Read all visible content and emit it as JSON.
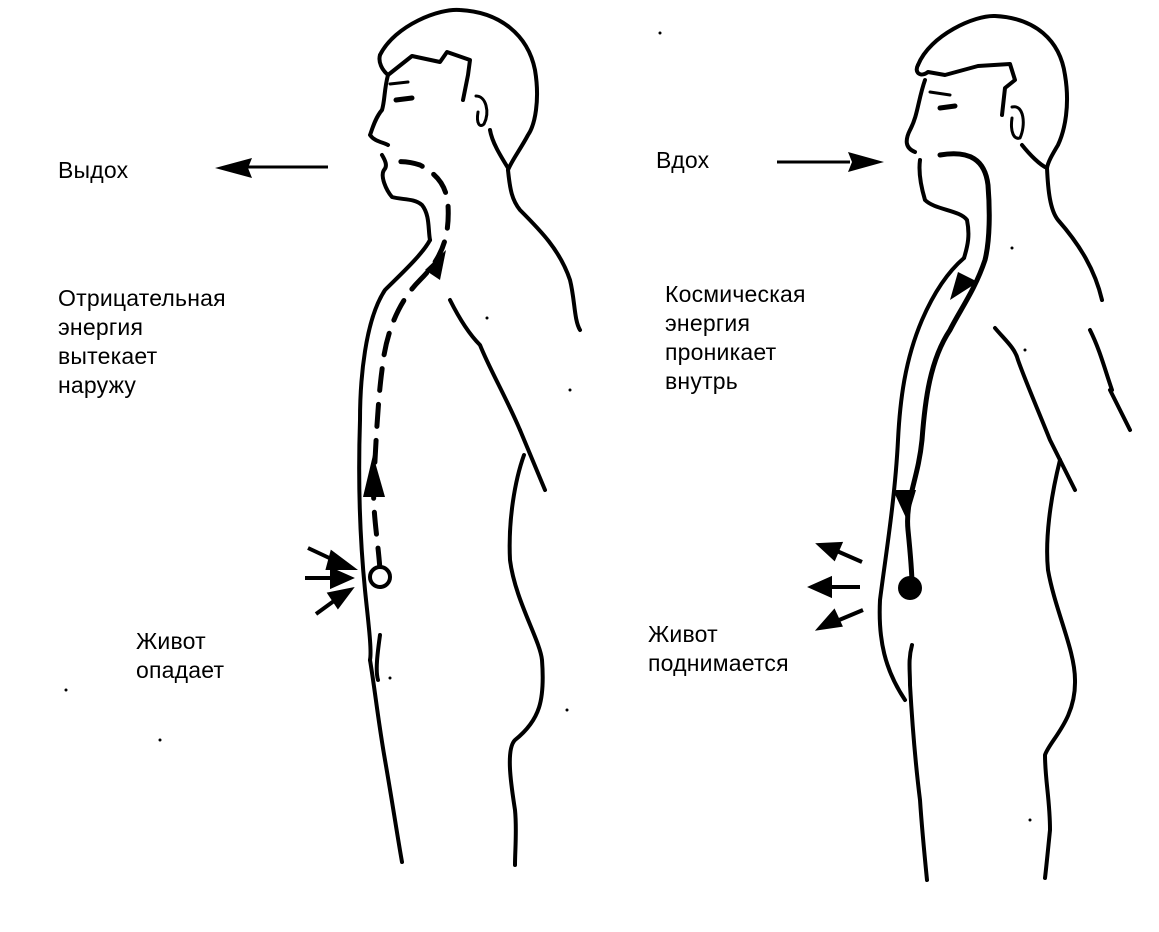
{
  "diagram": {
    "line_color": "#000000",
    "background": "#ffffff",
    "left_panel": {
      "name": "exhale",
      "breath_label": "Выдох",
      "energy_label_lines": [
        "Отрицательная",
        "энергия",
        "вытекает",
        "наружу"
      ],
      "belly_label_lines": [
        "Живот",
        "опадает"
      ],
      "energy_path_style": "dashed, upward",
      "belly_marker": "hollow-circle",
      "belly_arrows_direction": "inward"
    },
    "right_panel": {
      "name": "inhale",
      "breath_label": "Вдох",
      "energy_label_lines": [
        "Космическая",
        "энергия",
        "проникает",
        "внутрь"
      ],
      "belly_label_lines": [
        "Живот",
        "поднимается"
      ],
      "energy_path_style": "solid, downward",
      "belly_marker": "filled-circle",
      "belly_arrows_direction": "outward"
    }
  }
}
